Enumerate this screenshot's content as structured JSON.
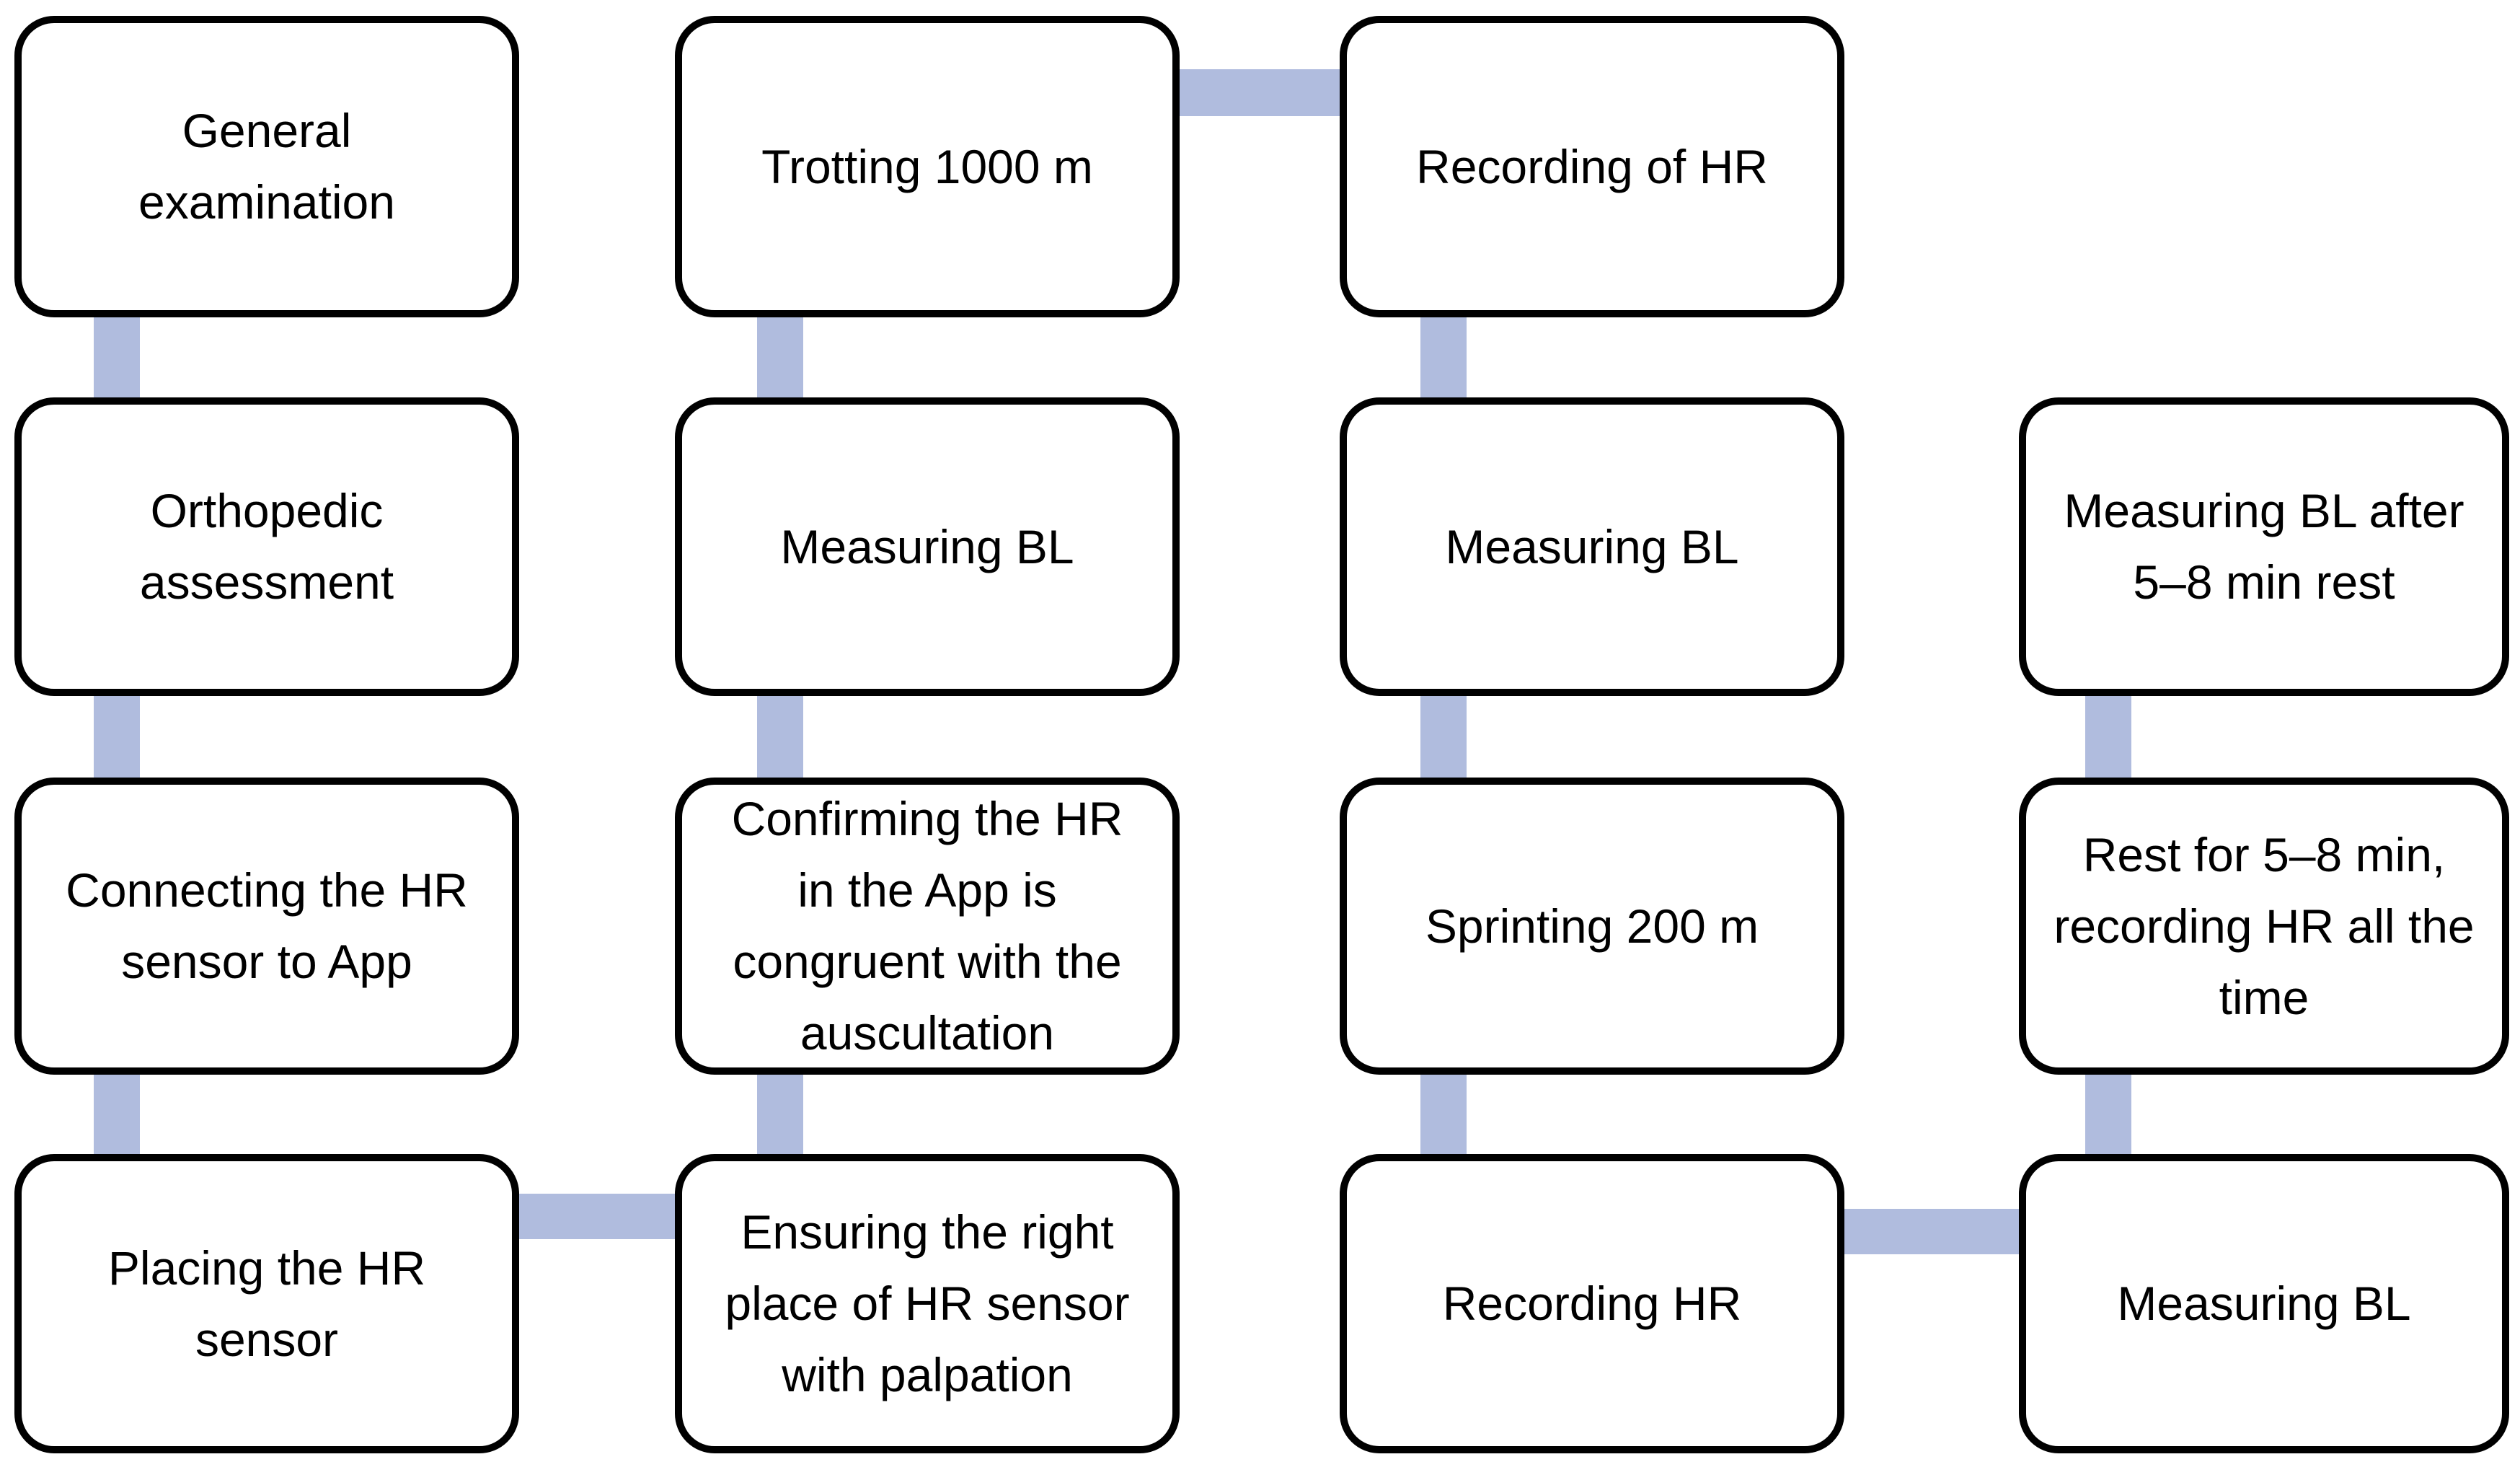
{
  "diagram": {
    "type": "flowchart",
    "connector_color": "#b0bcde",
    "box_border_color": "#000000",
    "box_fill_color": "#ffffff",
    "text_color": "#000000",
    "boxes": {
      "general_examination": {
        "label": "General\nexamination"
      },
      "orthopedic_assessment": {
        "label": "Orthopedic\nassessment"
      },
      "connecting_hr_sensor": {
        "label": "Connecting the HR\nsensor to App"
      },
      "placing_hr_sensor": {
        "label": "Placing the HR\nsensor"
      },
      "trotting_1000m": {
        "label": "Trotting 1000 m"
      },
      "measuring_bl_pre_trot": {
        "label": "Measuring BL"
      },
      "confirming_hr": {
        "label": "Confirming the HR\nin the App is\ncongruent with the\nauscultation"
      },
      "ensuring_sensor_place": {
        "label": "Ensuring the right\nplace of HR sensor\nwith palpation"
      },
      "recording_of_hr": {
        "label": "Recording of HR"
      },
      "measuring_bl_post_trot": {
        "label": "Measuring BL"
      },
      "sprinting_200m": {
        "label": "Sprinting 200 m"
      },
      "recording_hr": {
        "label": "Recording HR"
      },
      "measuring_bl_after_rest": {
        "label": "Measuring BL after\n5–8 min rest"
      },
      "rest_5_8_min": {
        "label": "Rest for 5–8 min,\nrecording HR all the\ntime"
      },
      "measuring_bl_post_sprint": {
        "label": "Measuring BL"
      }
    }
  }
}
